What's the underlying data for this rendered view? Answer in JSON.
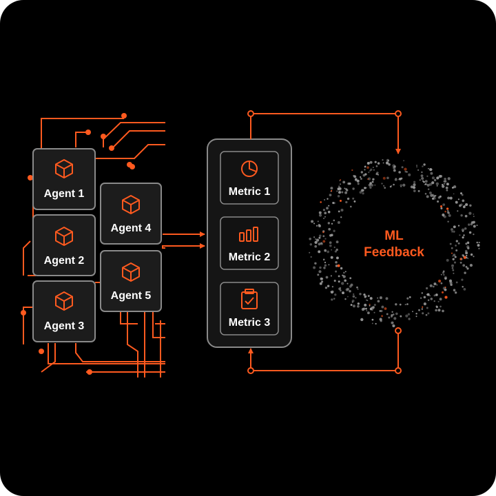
{
  "agents": [
    {
      "label": "Agent 1",
      "icon": "cube-icon"
    },
    {
      "label": "Agent 2",
      "icon": "cube-icon"
    },
    {
      "label": "Agent 3",
      "icon": "cube-icon"
    },
    {
      "label": "Agent 4",
      "icon": "cube-icon"
    },
    {
      "label": "Agent 5",
      "icon": "cube-icon"
    }
  ],
  "metrics": [
    {
      "label": "Metric 1",
      "icon": "pie-chart-icon"
    },
    {
      "label": "Metric 2",
      "icon": "bar-chart-icon"
    },
    {
      "label": "Metric 3",
      "icon": "clipboard-check-icon"
    }
  ],
  "ml_feedback": {
    "line1": "ML",
    "line2": "Feedback"
  },
  "colors": {
    "background": "#000000",
    "accent": "#ff5a1f",
    "card": "#1c1c1c",
    "card_border": "#8a8a8a",
    "dots": "#9a9a9a"
  }
}
